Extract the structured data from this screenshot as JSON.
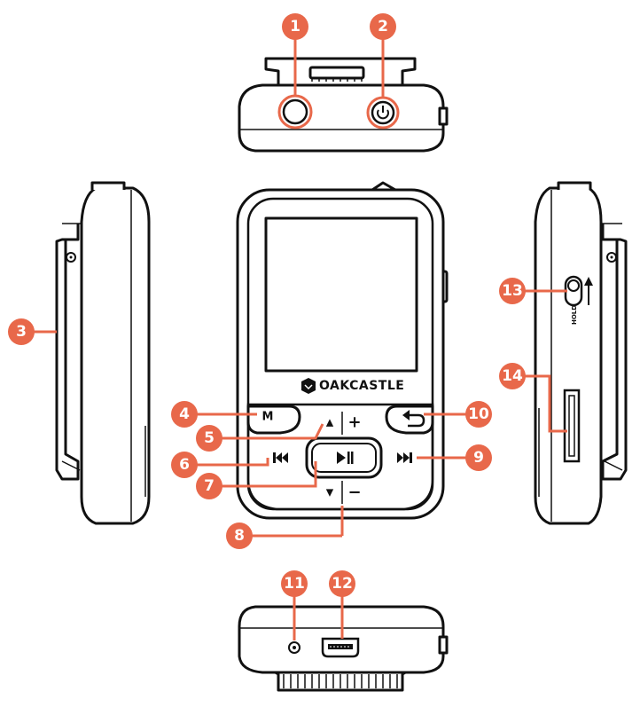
{
  "brand": {
    "name": "OAKCASTLE"
  },
  "colors": {
    "callout": "#e8684a",
    "outline": "#111111",
    "background": "#ffffff"
  },
  "buttons": {
    "menu": "M",
    "volume_up_arrow": "▲",
    "plus": "+",
    "play_pause": "▶ǁ",
    "previous": "⏮",
    "next": "⏭",
    "volume_down_arrow": "▼",
    "minus": "−",
    "back": "↩"
  },
  "hold_switch": {
    "label": "HOLD"
  },
  "callouts": [
    "1",
    "2",
    "3",
    "4",
    "5",
    "6",
    "7",
    "8",
    "9",
    "10",
    "11",
    "12",
    "13",
    "14"
  ],
  "icons": {
    "power": "power-icon",
    "back": "back-arrow-icon",
    "play_pause": "play-pause-icon",
    "previous": "skip-previous-icon",
    "next": "skip-next-icon"
  }
}
